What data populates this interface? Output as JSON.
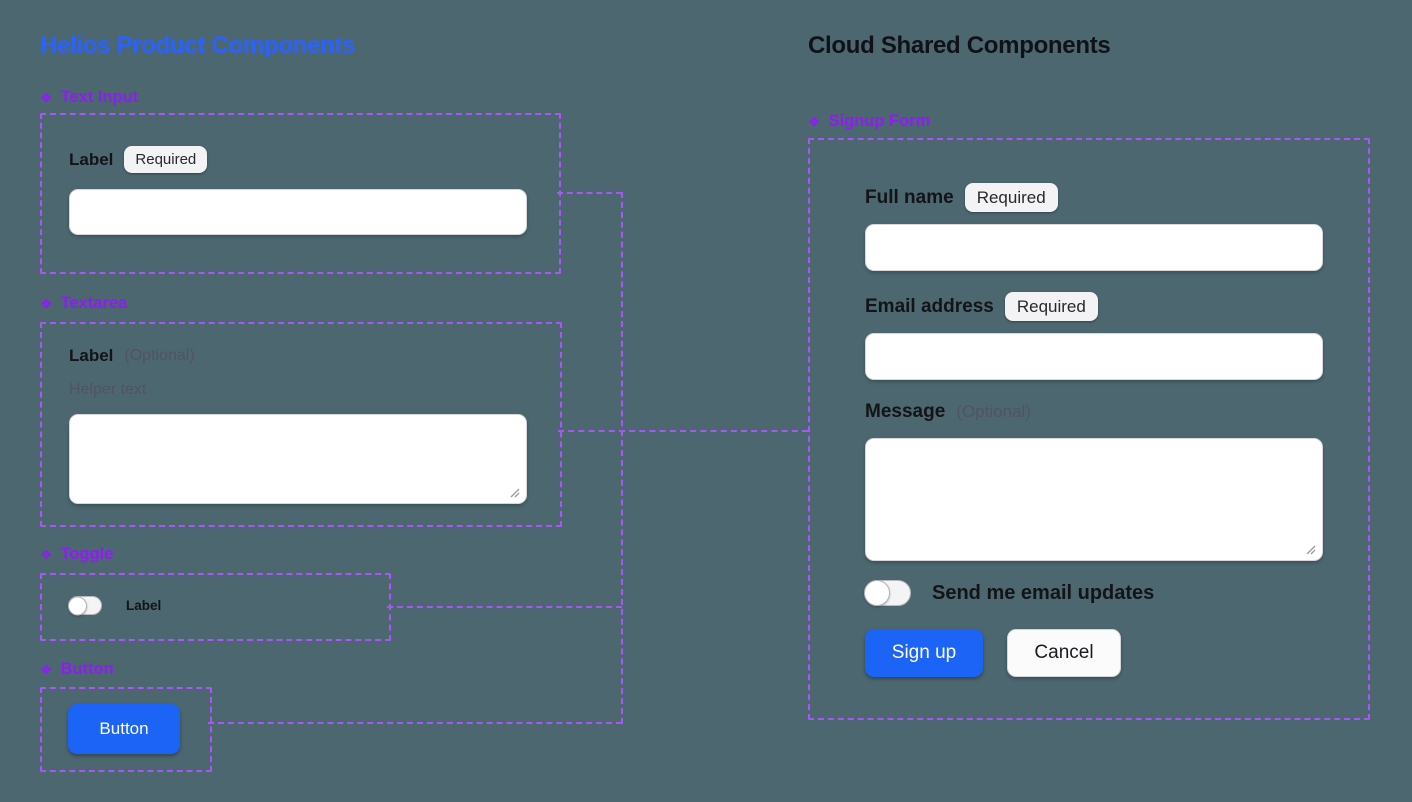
{
  "colors": {
    "background": "#4c6770",
    "title_blue": "#2a62ff",
    "title_dark": "#101217",
    "component_purple": "#8e1df2",
    "dashed_purple": "#a956f7",
    "button_blue": "#1c64f5",
    "badge_background": "#f3f2f4"
  },
  "icons": {
    "component": "❖"
  },
  "left_panel": {
    "title": "Helios Product Components",
    "text_input": {
      "name": "Text Input",
      "label": "Label",
      "badge": "Required"
    },
    "textarea": {
      "name": "Textarea",
      "label": "Label",
      "optional": "(Optional)",
      "helper": "Helper text"
    },
    "toggle": {
      "name": "Toggle",
      "label": "Label"
    },
    "button": {
      "name": "Button",
      "button_label": "Button"
    }
  },
  "right_panel": {
    "title": "Cloud Shared Components",
    "form": {
      "name": "Signup Form",
      "full_name": {
        "label": "Full name",
        "badge": "Required"
      },
      "email": {
        "label": "Email address",
        "badge": "Required"
      },
      "message": {
        "label": "Message",
        "optional": "(Optional)"
      },
      "updates_toggle_label": "Send me email updates",
      "submit_label": "Sign up",
      "cancel_label": "Cancel"
    }
  }
}
